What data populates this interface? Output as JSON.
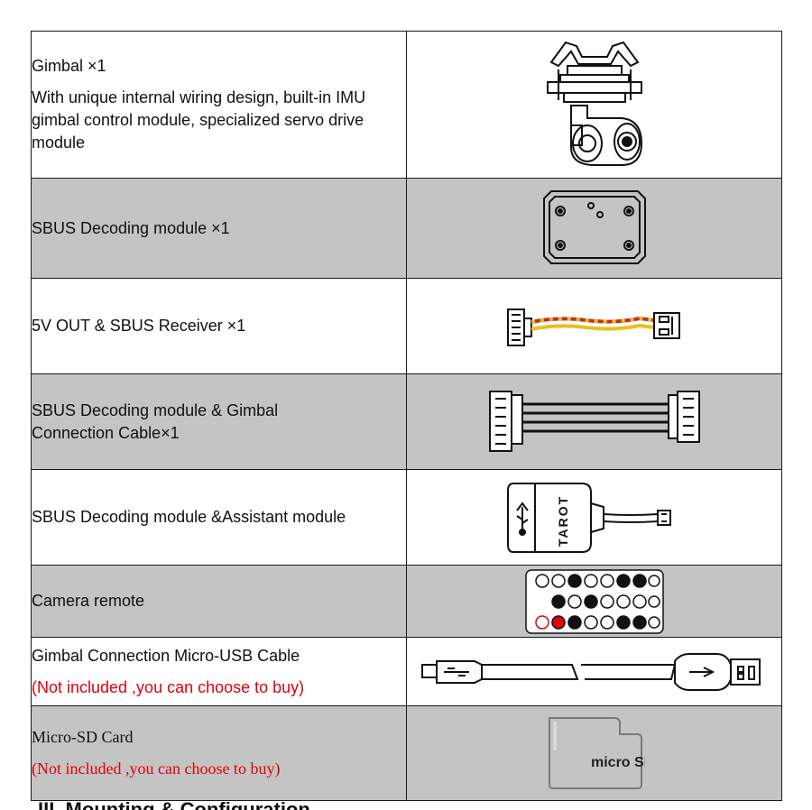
{
  "rows": [
    {
      "title": "Gimbal ×1",
      "desc": "With unique internal wiring design, built-in IMU gimbal control module, specialized servo drive module",
      "image": "gimbal-camera-icon"
    },
    {
      "title": "SBUS Decoding module ×1",
      "image": "decoder-module-icon"
    },
    {
      "title": "5V OUT & SBUS Receiver ×1",
      "image": "receiver-cable-icon"
    },
    {
      "title": "SBUS Decoding module & Gimbal Connection Cable×1",
      "image": "ribbon-cable-icon"
    },
    {
      "title": "SBUS Decoding module &Assistant module",
      "image": "usb-assistant-module-icon",
      "logo_text": "TAROT"
    },
    {
      "title": "Camera remote",
      "image": "remote-control-icon"
    },
    {
      "title": "Gimbal Connection Micro-USB Cable",
      "note": "(Not included ,you can choose to buy)",
      "image": "micro-usb-cable-icon"
    },
    {
      "title": "Micro-SD Card",
      "note": "(Not included ,you can choose to buy)",
      "image": "micro-sd-card-icon",
      "logo_text": "micro SD"
    }
  ],
  "cutoff_heading": "III. Mounting & Configuration",
  "colors": {
    "border": "#1a1a1a",
    "shade": "#c4c4c4",
    "note": "#e0000f"
  }
}
